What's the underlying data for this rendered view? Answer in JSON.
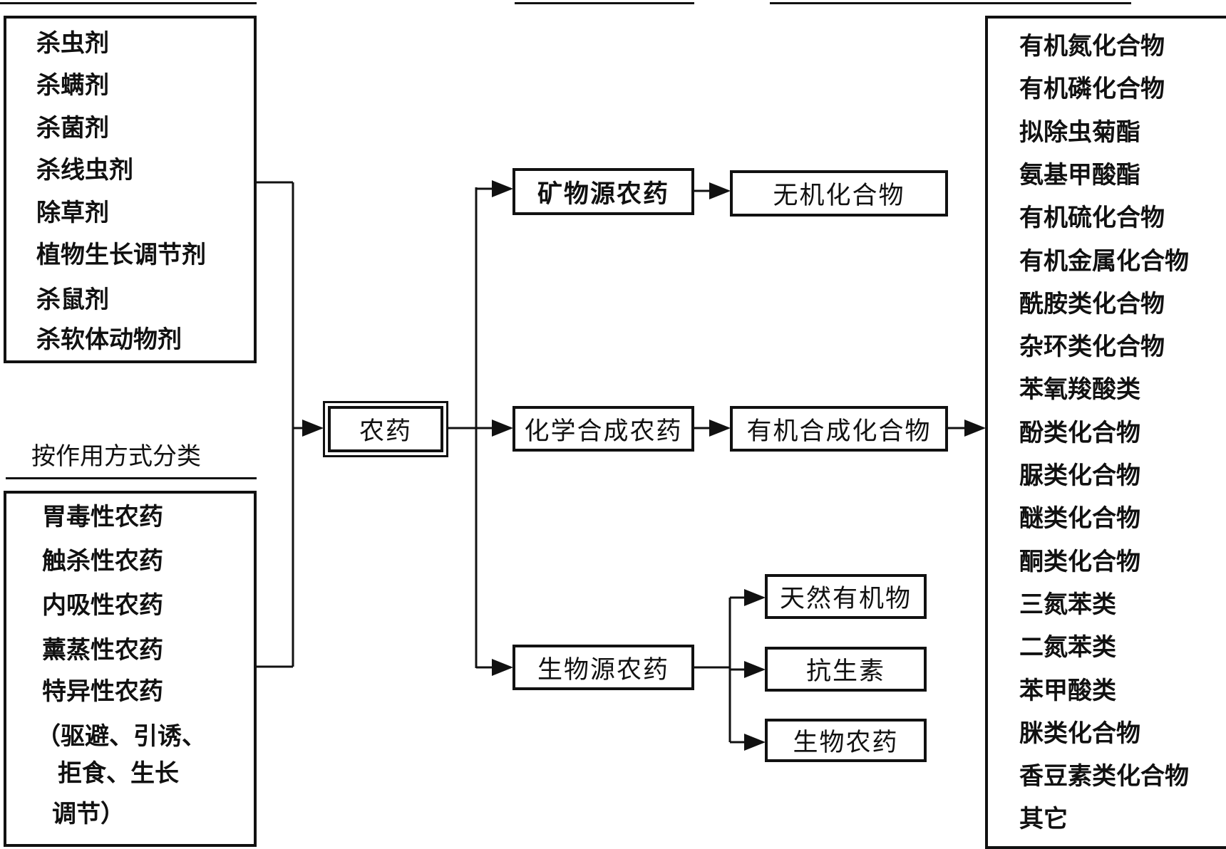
{
  "left_top_list": [
    "杀虫剂",
    "杀螨剂",
    "杀菌剂",
    "杀线虫剂",
    "除草剂",
    "植物生长调节剂",
    "杀鼠剂",
    "杀软体动物剂"
  ],
  "mode_heading": "按作用方式分类",
  "left_bottom_list": [
    "胃毒性农药",
    "触杀性农药",
    "内吸性农药",
    "薰蒸性农药",
    "特异性农药",
    "（驱避、引诱、",
    "拒食、生长",
    "调节）"
  ],
  "root": "农药",
  "sources": {
    "mineral": "矿物源农药",
    "chemical": "化学合成农药",
    "biological": "生物源农药"
  },
  "mineral_child": "无机化合物",
  "chemical_child": "有机合成化合物",
  "bio_children": [
    "天然有机物",
    "抗生素",
    "生物农药"
  ],
  "right_list": [
    "有机氮化合物",
    "有机磷化合物",
    "拟除虫菊酯",
    "氨基甲酸酯",
    "有机硫化合物",
    "有机金属化合物",
    "酰胺类化合物",
    "杂环类化合物",
    "苯氧羧酸类",
    "酚类化合物",
    "脲类化合物",
    "醚类化合物",
    "酮类化合物",
    "三氮苯类",
    "二氮苯类",
    "苯甲酸类",
    "脒类化合物",
    "香豆素类化合物",
    "其它"
  ]
}
